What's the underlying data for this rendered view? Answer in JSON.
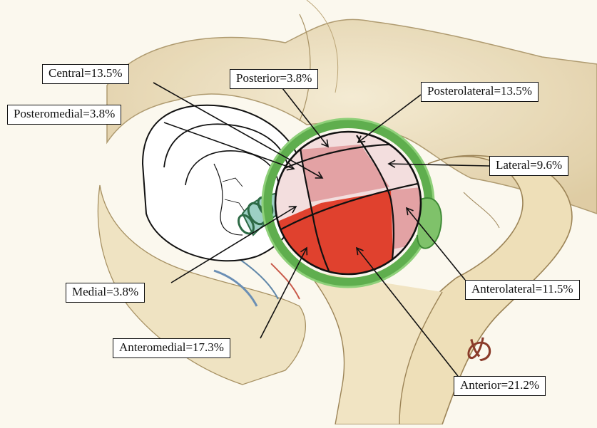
{
  "labels": {
    "central": "Central=13.5%",
    "posterior": "Posterior=3.8%",
    "posterolateral": "Posterolateral=13.5%",
    "posteromedial": "Posteromedial=3.8%",
    "lateral": "Lateral=9.6%",
    "medial": "Medial=3.8%",
    "anterolateral": "Anterolateral=11.5%",
    "anteromedial": "Anteromedial=17.3%",
    "anterior": "Anterior=21.2%"
  },
  "colors": {
    "rim": "#5fae4e",
    "rim_light": "#8fd07a",
    "zone_low": "#f3dede",
    "zone_mid": "#e3a2a4",
    "zone_high": "#e0412e",
    "bone": "#eadbb5",
    "bone_shadow": "#c9b483",
    "line": "#111111"
  },
  "zones": [
    {
      "name": "posterior",
      "level": "low"
    },
    {
      "name": "posterolateral",
      "level": "mid"
    },
    {
      "name": "posteromedial",
      "level": "low"
    },
    {
      "name": "central",
      "level": "mid"
    },
    {
      "name": "lateral",
      "level": "low"
    },
    {
      "name": "medial",
      "level": "low"
    },
    {
      "name": "anterolateral",
      "level": "mid"
    },
    {
      "name": "anteromedial",
      "level": "high"
    },
    {
      "name": "anterior",
      "level": "high"
    }
  ],
  "signature": "め"
}
